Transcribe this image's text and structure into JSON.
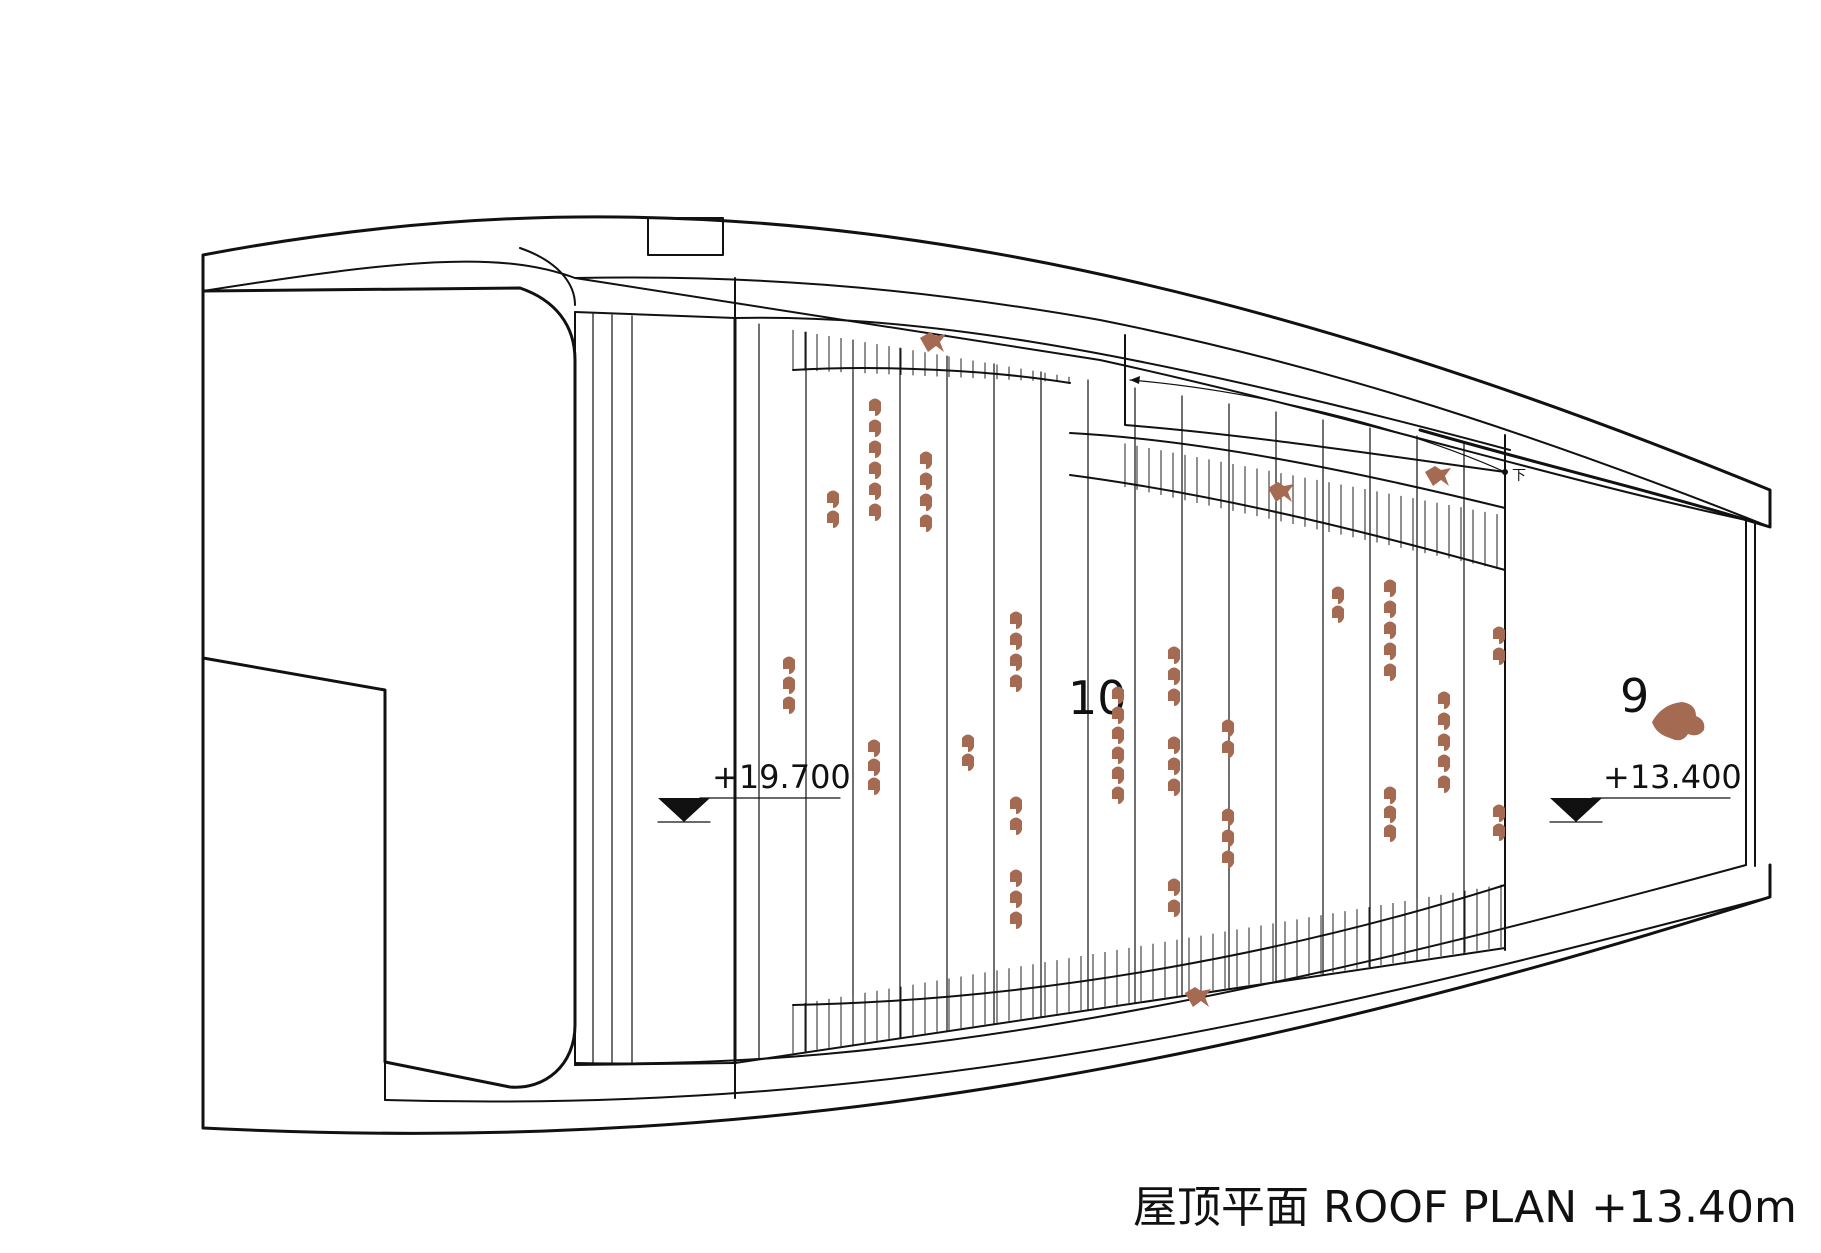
{
  "drawing": {
    "title": "屋顶平面 ROOF PLAN +13.40m",
    "levels": {
      "upper": "+19.700",
      "lower": "+13.400"
    },
    "zones": {
      "ten": "10",
      "nine": "9"
    },
    "stair_mark": "下",
    "colors": {
      "line": "#111111",
      "figure": "#a56a52",
      "background": "#ffffff"
    }
  }
}
